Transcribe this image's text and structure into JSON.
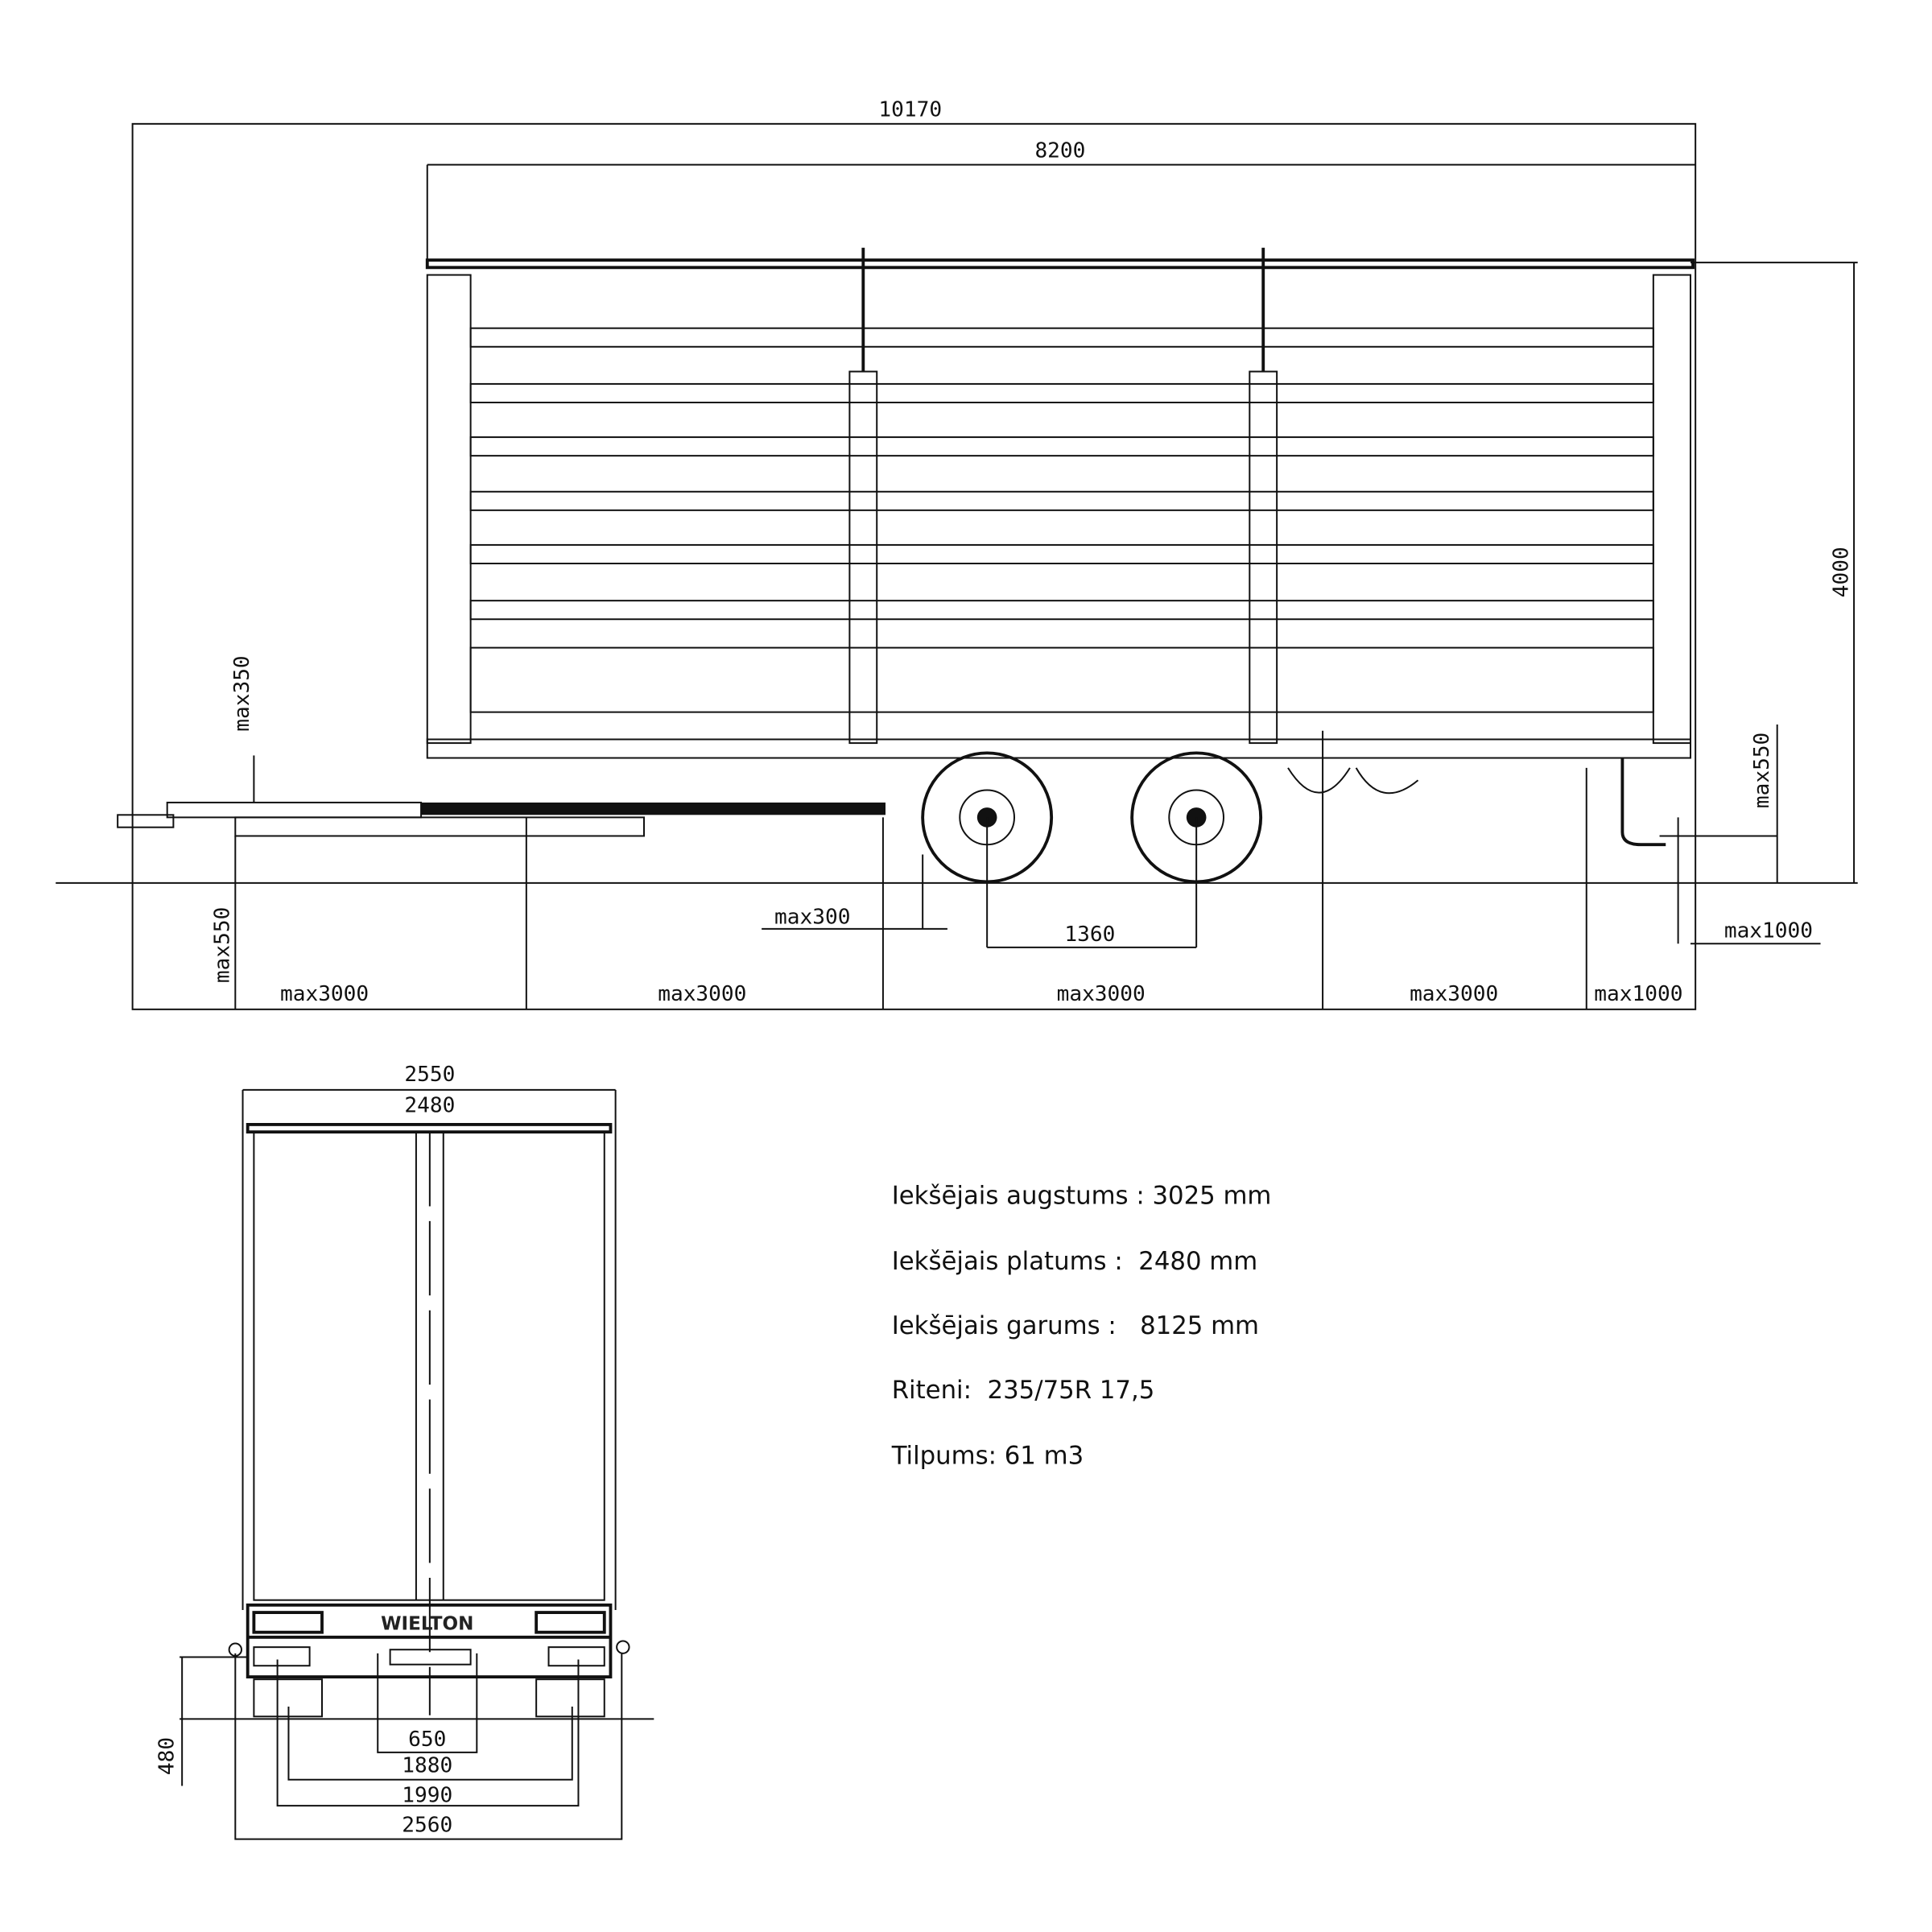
{
  "side_view": {
    "overall_length": "10170",
    "body_length": "8200",
    "overall_height": "4000",
    "max350": "max350",
    "max550_rear": "max550",
    "max550_front": "max550",
    "max300": "max300",
    "axle_spacing": "1360",
    "max1000_rear": "max1000",
    "bottom_segments": [
      "max3000",
      "max3000",
      "max3000",
      "max3000",
      "max1000"
    ]
  },
  "rear_view": {
    "outer_width": "2550",
    "inner_width": "2480",
    "brand": "WIELTON",
    "height_480": "480",
    "dim_650": "650",
    "dim_1880": "1880",
    "dim_1990": "1990",
    "dim_2560": "2560"
  },
  "specs": [
    "Iekšējais augstums : 3025 mm",
    "Iekšējais platums :  2480 mm",
    "Iekšējais garums :   8125 mm",
    "Riteni:  235/75R 17,5",
    "Tilpums: 61 m3"
  ]
}
